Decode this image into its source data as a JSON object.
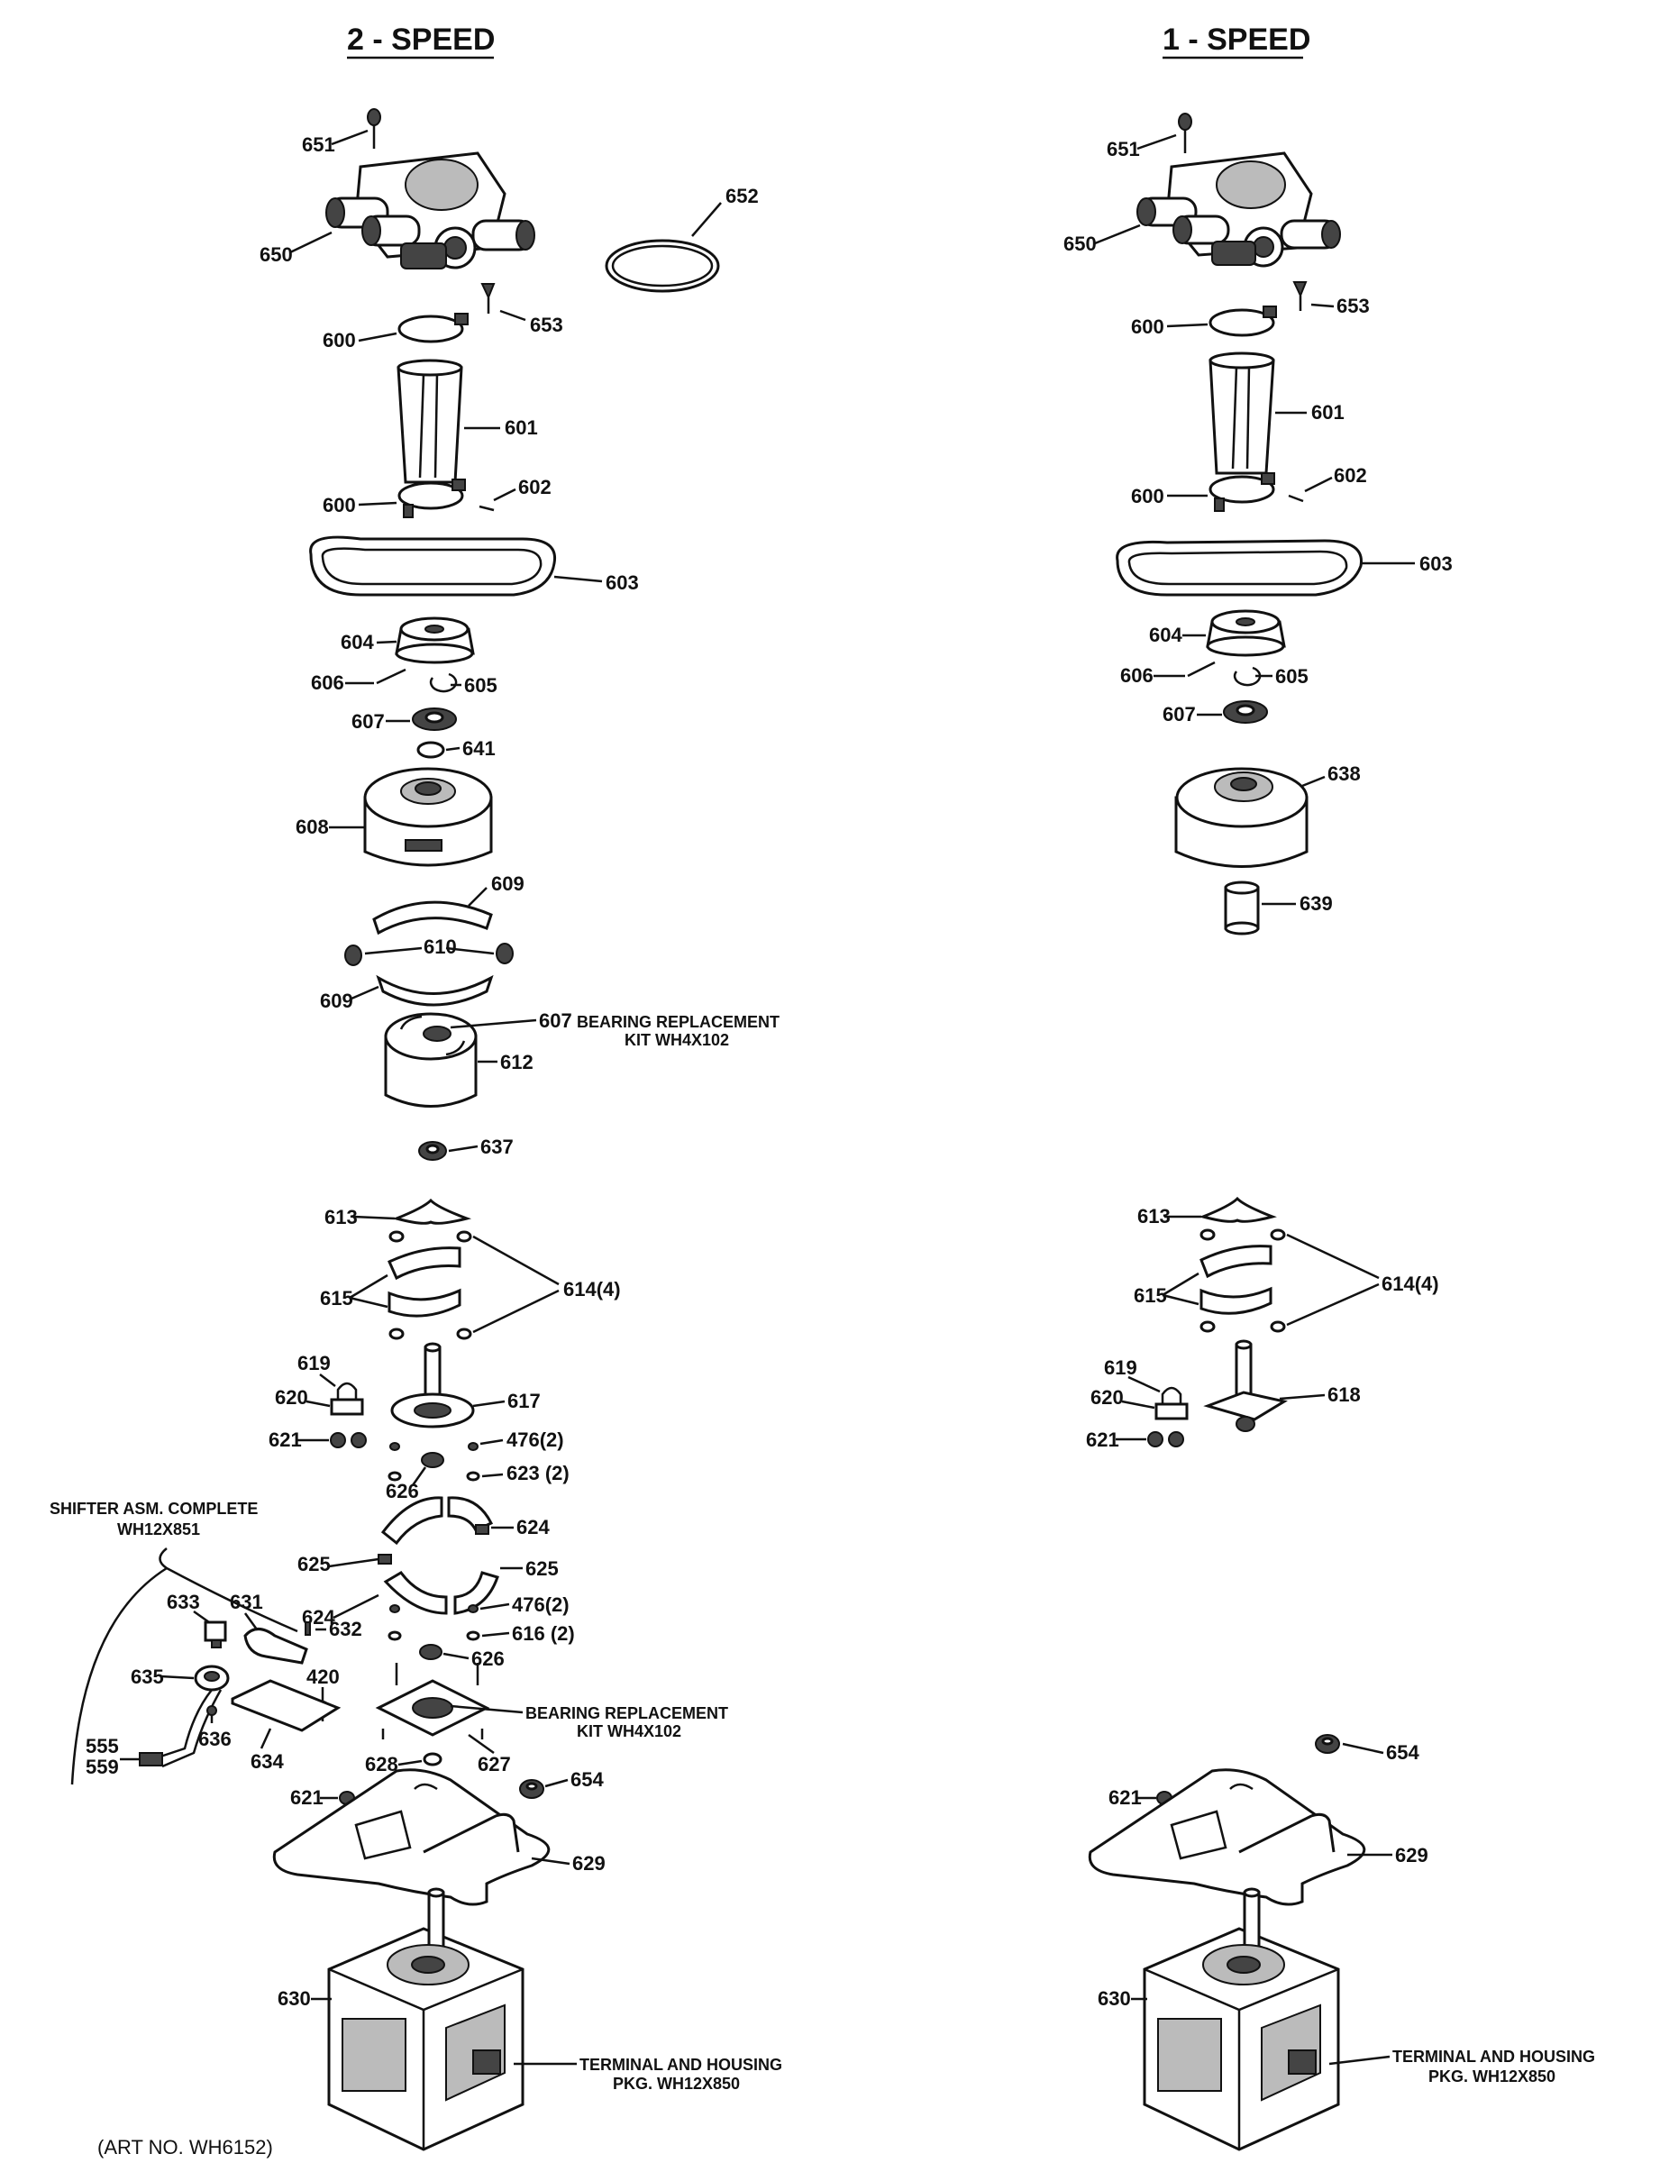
{
  "titles": {
    "left": "2 - SPEED",
    "right": "1 - SPEED"
  },
  "left_labels": {
    "p651": "651",
    "p650": "650",
    "p652": "652",
    "p653": "653",
    "p600a": "600",
    "p601": "601",
    "p600b": "600",
    "p602": "602",
    "p603": "603",
    "p604": "604",
    "p606": "606",
    "p605": "605",
    "p607": "607",
    "p641": "641",
    "p608": "608",
    "p609a": "609",
    "p610": "610",
    "p609b": "609",
    "p607b": "607",
    "p612": "612",
    "p637": "637",
    "p613": "613",
    "p615": "615",
    "p614": "614(4)",
    "p619": "619",
    "p620": "620",
    "p617": "617",
    "p621a": "621",
    "p476a": "476(2)",
    "p623": "623 (2)",
    "p626a": "626",
    "p624a": "624",
    "p625a": "625",
    "p624b": "624",
    "p625b": "625",
    "p476b": "476(2)",
    "p616": "616 (2)",
    "p633": "633",
    "p631": "631",
    "p632": "632",
    "p626b": "626",
    "p635": "635",
    "p420": "420",
    "p636": "636",
    "p634": "634",
    "p555": "555",
    "p559": "559",
    "p627": "627",
    "p628": "628",
    "p621b": "621",
    "p654": "654",
    "p629": "629",
    "p630": "630"
  },
  "right_labels": {
    "p651": "651",
    "p650": "650",
    "p653": "653",
    "p600a": "600",
    "p601": "601",
    "p600b": "600",
    "p602": "602",
    "p603": "603",
    "p604": "604",
    "p606": "606",
    "p605": "605",
    "p607": "607",
    "p638": "638",
    "p639": "639",
    "p613": "613",
    "p615": "615",
    "p614": "614(4)",
    "p619": "619",
    "p620": "620",
    "p618": "618",
    "p621a": "621",
    "p654": "654",
    "p621b": "621",
    "p629": "629",
    "p630": "630"
  },
  "notes": {
    "bearing_kit_line1": "BEARING REPLACEMENT",
    "bearing_kit_line2": "KIT WH4X102",
    "bearing_kit2_line1": "BEARING REPLACEMENT",
    "bearing_kit2_line2": "KIT WH4X102",
    "shifter_line1": "SHIFTER ASM. COMPLETE",
    "shifter_line2": "WH12X851",
    "terminal_left_line1": "TERMINAL AND HOUSING",
    "terminal_left_line2": "PKG. WH12X850",
    "terminal_right_line1": "TERMINAL AND HOUSING",
    "terminal_right_line2": "PKG. WH12X850",
    "art_no": "(ART NO. WH6152)"
  }
}
